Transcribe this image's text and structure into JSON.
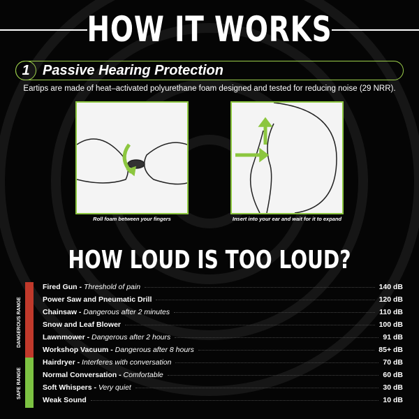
{
  "title": "HOW IT WORKS",
  "step": {
    "number": "1",
    "title": "Passive Hearing Protection",
    "description": "Eartips are made of heat–activated polyurethane foam designed and tested for reducing noise (29 NRR)."
  },
  "images": [
    {
      "caption": "Roll foam between your fingers"
    },
    {
      "caption": "Insert into your ear and wait for it to expand"
    }
  ],
  "loudness": {
    "title": "HOW LOUD IS TOO LOUD?",
    "ranges": {
      "danger": "DANGEROUS RANGE",
      "safe": "SAFE RANGE"
    },
    "rows": [
      {
        "name": "Fired Gun",
        "note": "Threshold of pain",
        "db": "140 dB"
      },
      {
        "name": "Power Saw and Pneumatic Drill",
        "note": "",
        "db": "120 dB"
      },
      {
        "name": "Chainsaw",
        "note": "Dangerous after 2 minutes",
        "db": "110 dB"
      },
      {
        "name": "Snow and Leaf Blower",
        "note": "",
        "db": "100 dB"
      },
      {
        "name": "Lawnmower",
        "note": "Dangerous after 2 hours",
        "db": "91 dB"
      },
      {
        "name": "Workshop Vacuum",
        "note": "Dangerous after 8 hours",
        "db": "85+ dB"
      },
      {
        "name": "Hairdryer",
        "note": "Interferes with conversation",
        "db": "70 dB"
      },
      {
        "name": "Normal Conversation",
        "note": "Comfortable",
        "db": "60 dB"
      },
      {
        "name": "Soft Whispers",
        "note": "Very quiet",
        "db": "30 dB"
      },
      {
        "name": "Weak Sound",
        "note": "",
        "db": "10 dB"
      }
    ]
  },
  "colors": {
    "accent": "#8cc63f",
    "danger": "#c0392b",
    "safe": "#7cc242"
  }
}
